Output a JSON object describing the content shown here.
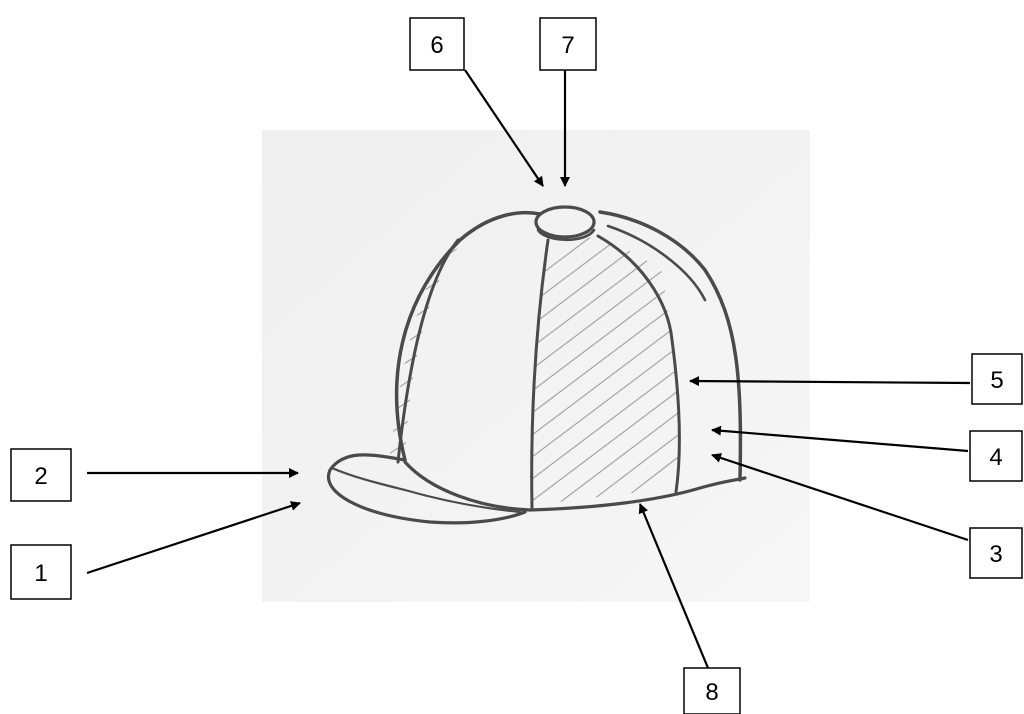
{
  "figure": {
    "subject_icon": "riding-hat-drawing",
    "ink_color": "#000000",
    "paper_color": "#f2f2f2",
    "pencil_color": "#4a4a4a"
  },
  "labels": [
    {
      "id": "1",
      "text": "1"
    },
    {
      "id": "2",
      "text": "2"
    },
    {
      "id": "3",
      "text": "3"
    },
    {
      "id": "4",
      "text": "4"
    },
    {
      "id": "5",
      "text": "5"
    },
    {
      "id": "6",
      "text": "6"
    },
    {
      "id": "7",
      "text": "7"
    },
    {
      "id": "8",
      "text": "8"
    }
  ]
}
